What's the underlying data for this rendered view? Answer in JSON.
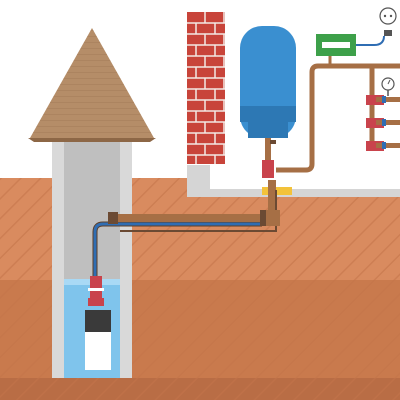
{
  "scene": {
    "components": [
      "well-roof",
      "well-shaft",
      "well-water",
      "submersible-pump",
      "ground-layers",
      "buried-pipe",
      "house-wall",
      "brick-chimney",
      "pressure-tank",
      "pressure-switch-panel",
      "power-socket",
      "water-manifold",
      "pressure-gauge"
    ],
    "colors": {
      "sky": "#ffffff",
      "soil_light": "#d98b5f",
      "soil_mid": "#c97a4d",
      "soil_dark": "#b96d45",
      "well_wall": "#d9d9d9",
      "well_inner": "#bfbfbf",
      "water": "#7fc4ec",
      "water_surface": "#a9d9f5",
      "roof": "#b58d68",
      "roof_lines": "#8d6746",
      "brick": "#c8443a",
      "mortar": "#f2e9e4",
      "tank": "#3a8fd0",
      "tank_shadow": "#2d78b4",
      "panel": "#3da04a",
      "pipe": "#a66f45",
      "pipe_blue": "#2f6db3",
      "valve": "#c9434c",
      "foundation": "#d5d5d5",
      "insulation": "#f3c23a"
    }
  }
}
